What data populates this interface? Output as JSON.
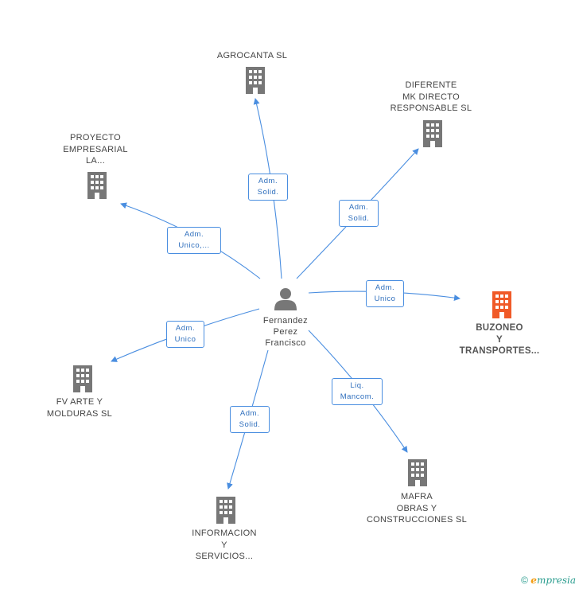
{
  "center": {
    "name": "Fernandez\nPerez\nFrancisco"
  },
  "companies": {
    "agrocanta": "AGROCANTA SL",
    "diferente": "DIFERENTE\nMK DIRECTO\nRESPONSABLE SL",
    "proyecto": "PROYECTO\nEMPRESARIAL\nLA...",
    "buzoneo": "BUZONEO\nY\nTRANSPORTES...",
    "fvarte": "FV ARTE Y\nMOLDURAS SL",
    "informacion": "INFORMACION\nY\nSERVICIOS...",
    "mafra": "MAFRA\nOBRAS Y\nCONSTRUCCIONES SL"
  },
  "relations": {
    "agrocanta": "Adm.\nSolid.",
    "diferente": "Adm.\nSolid.",
    "proyecto": "Adm.\nUnico,...",
    "buzoneo": "Adm.\nUnico",
    "fvarte": "Adm.\nUnico",
    "informacion": "Adm.\nSolid.",
    "mafra": "Liq.\nMancom."
  },
  "colors": {
    "edge": "#4a8ee0",
    "building": "#777777",
    "focus_building": "#f05a28",
    "person": "#777777"
  },
  "footer": {
    "copyright": "©",
    "brand_initial": "e",
    "brand_rest": "mpresia"
  }
}
